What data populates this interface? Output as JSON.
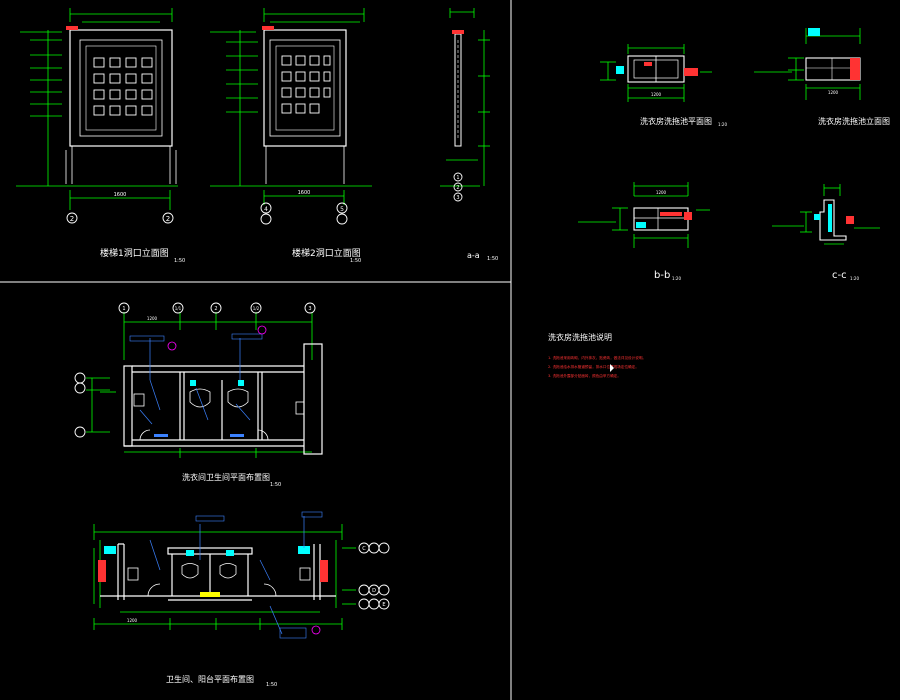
{
  "colors": {
    "background": "#000000",
    "outline": "#ffffff",
    "dimension": "#00ff00",
    "annotation": "#3b82ff",
    "highlight": "#ff3333",
    "marker": "#ff00ff",
    "detail": "#00ffff",
    "yellow": "#ffff00"
  },
  "elevation1": {
    "title": "楼梯1洞口立面图",
    "scale": "1:50",
    "dim_width": "1600",
    "axis_left": "2",
    "axis_right": "2"
  },
  "elevation2": {
    "title": "楼梯2洞口立面图",
    "scale": "1:50",
    "dim_width": "1600",
    "axis_left": "4",
    "axis_right": "5"
  },
  "section_a": {
    "title": "a-a",
    "scale": "1:50",
    "axes": [
      "1",
      "2",
      "3"
    ]
  },
  "basin_plan": {
    "title": "洗衣房洗拖池平面图",
    "scale": "1:20",
    "dim": "1200"
  },
  "basin_elev": {
    "title": "洗衣房洗拖池立面图",
    "dim": "1200"
  },
  "section_b": {
    "title": "b-b",
    "scale": "1:20",
    "dim": "1200"
  },
  "section_c": {
    "title": "c-c",
    "scale": "1:20"
  },
  "notes": {
    "title": "洗衣房洗拖池说明",
    "items": [
      "1. 洗拖池采用砖砌，内外抹灰，贴瓷砖，做法详见设计说明。",
      "2. 洗拖池给水排水管道预留，排水口位置现场定位确定。",
      "3. 洗拖池外露部分贴面砖，颜色由甲方确定。"
    ]
  },
  "plan1": {
    "title": "洗衣间卫生间平面布置图",
    "scale": "1:50",
    "axes": [
      "1",
      "1/1",
      "2",
      "1/2",
      "3"
    ],
    "dim": "1200"
  },
  "plan2": {
    "title": "卫生间、阳台平面布置图",
    "scale": "1:50",
    "axes_right": [
      "C",
      "D",
      "E"
    ],
    "dim": "1200"
  }
}
